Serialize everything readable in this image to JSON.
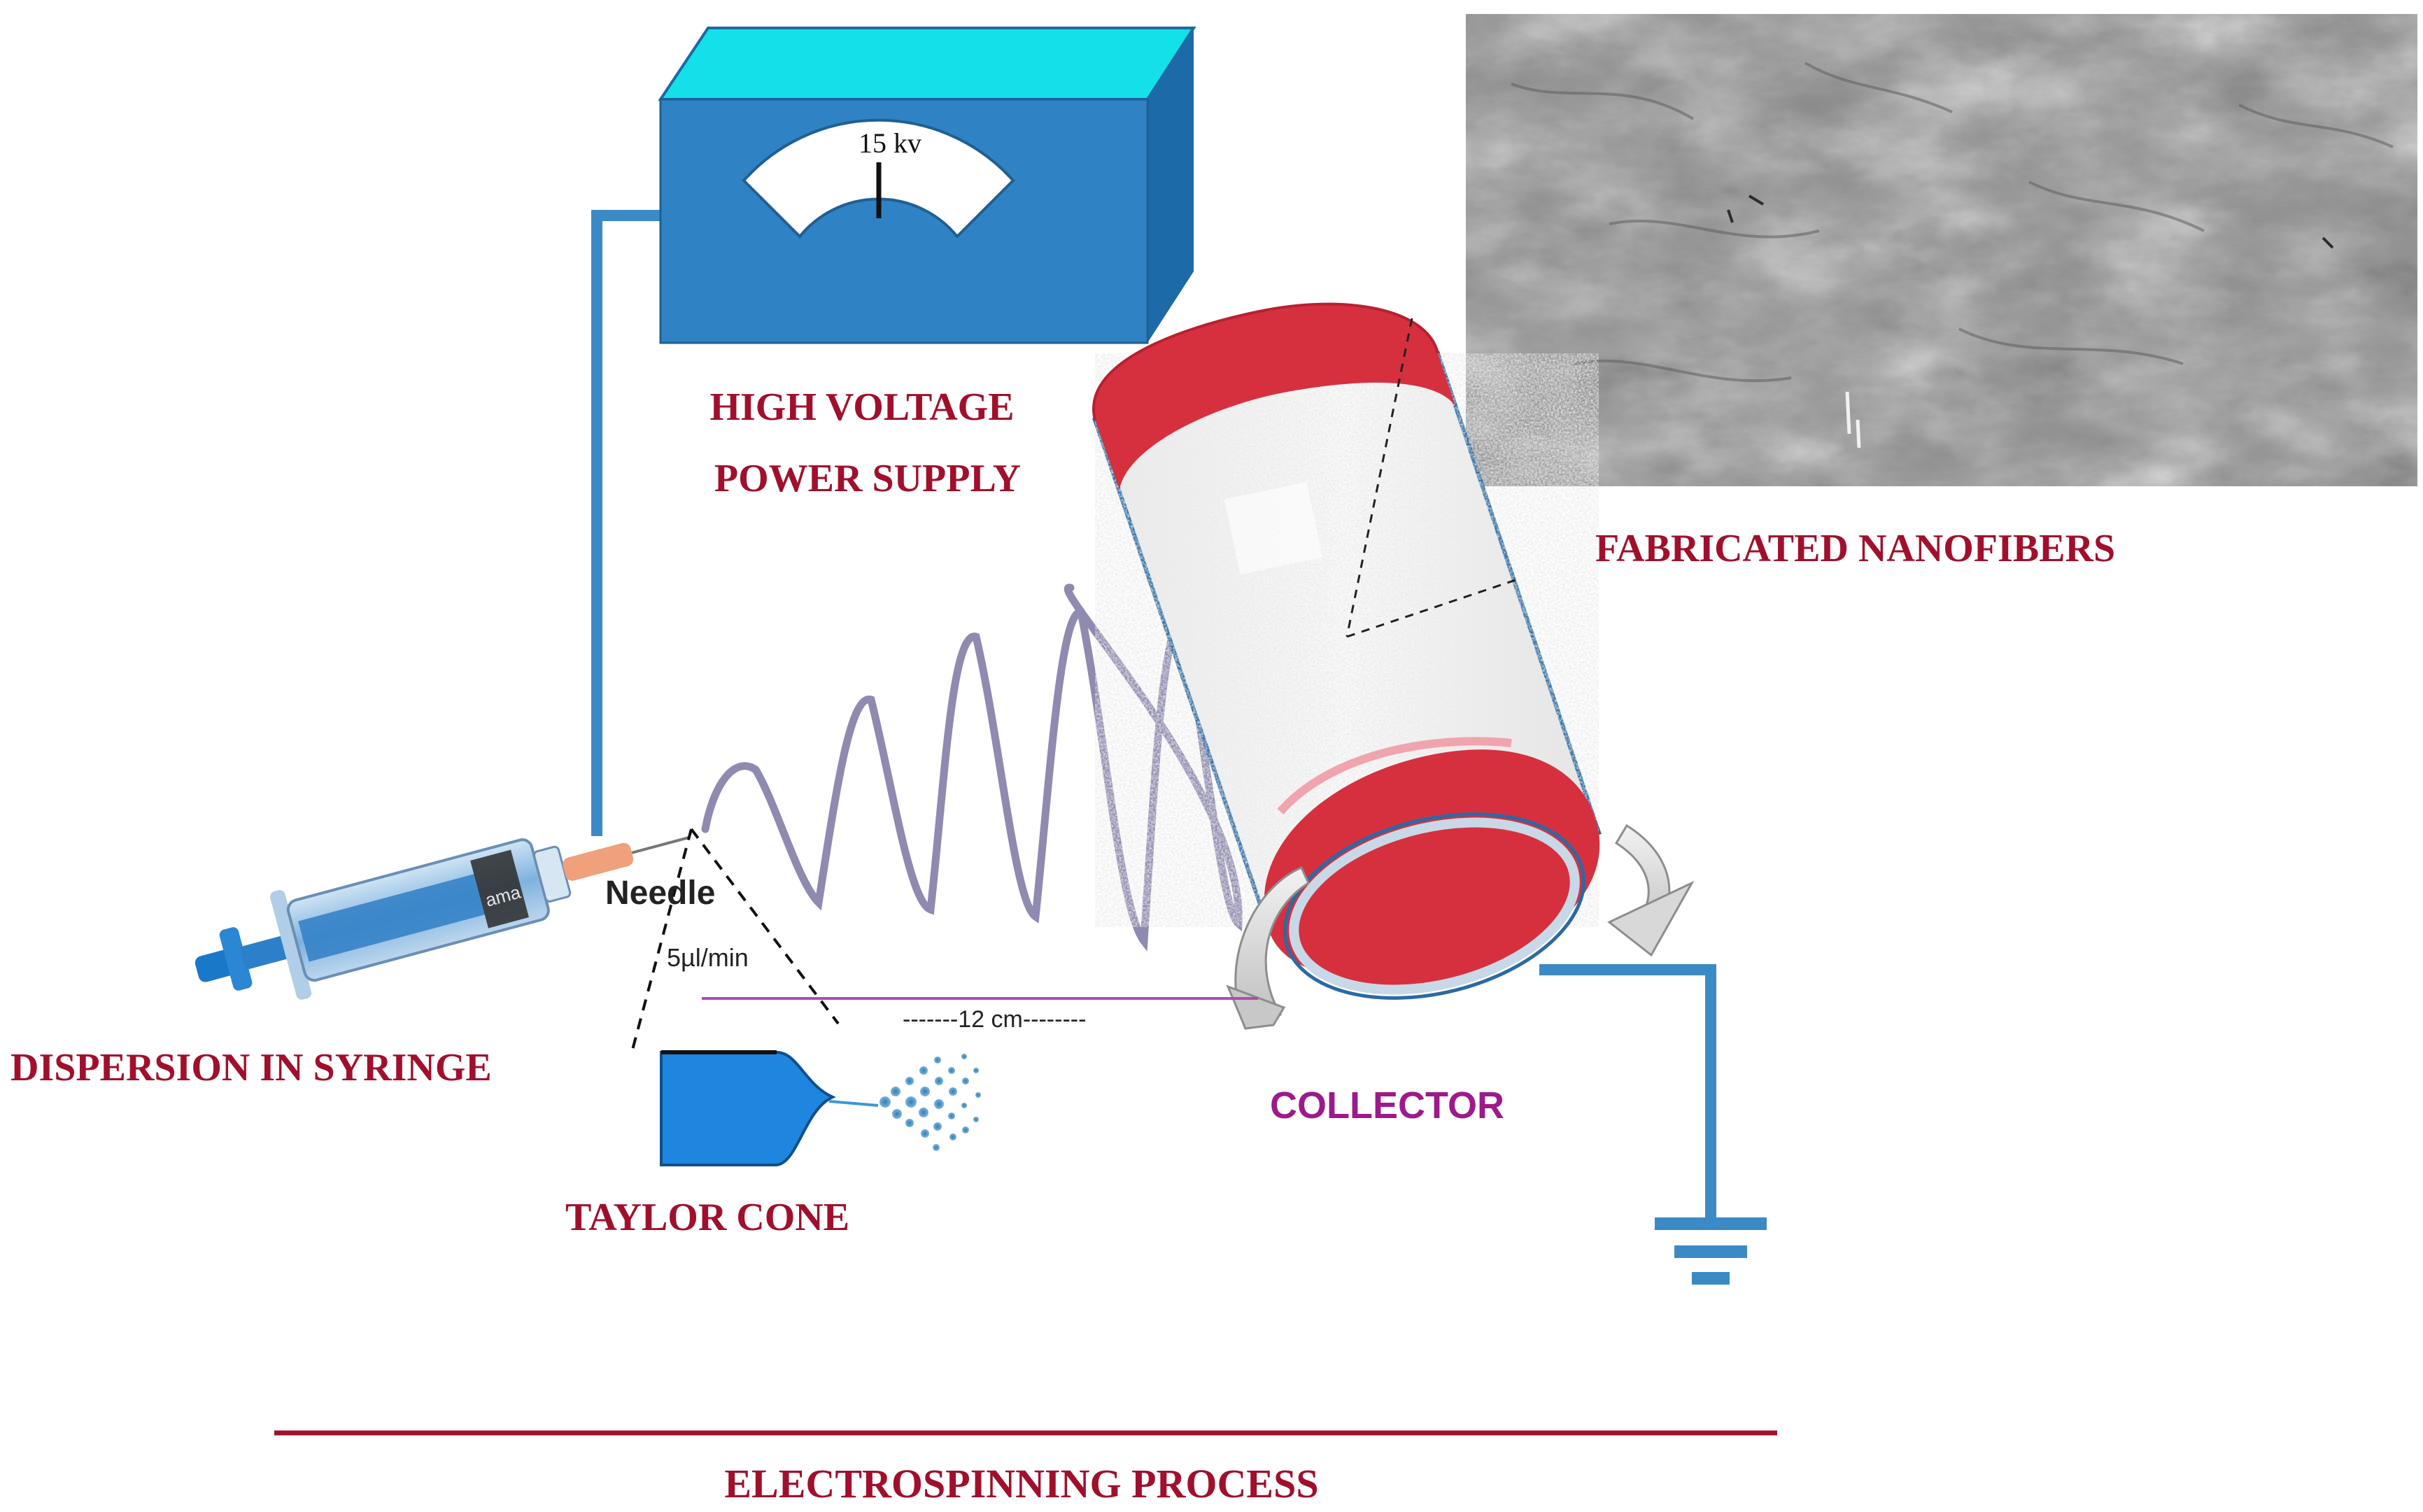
{
  "meter": {
    "reading": "15 kv"
  },
  "labels": {
    "power_supply_line1": "HIGH VOLTAGE",
    "power_supply_line2": "POWER SUPPLY",
    "fabricated_nanofibers": "FABRICATED NANOFIBERS",
    "needle": "Needle",
    "flow_rate": "5µl/min",
    "distance": "-------12 cm--------",
    "dispersion_in_syringe": "DISPERSION IN SYRINGE",
    "taylor_cone": "TAYLOR CONE",
    "collector": "COLLECTOR",
    "process_title": "ELECTROSPINNING PROCESS",
    "syringe_print": "ama"
  },
  "colors": {
    "box_front": "#2f83c4",
    "box_top": "#14e0ea",
    "box_side": "#1d6aa8",
    "wire": "#3b8ac6",
    "label_red": "#a0102c",
    "collector_label": "#9c1a8c",
    "drum_red": "#d6303f",
    "fiber_jet": "#8e8ab0",
    "distance_line": "#b04cb0",
    "title_rule": "#a0102c",
    "sem_gray": "#8c8c8c"
  },
  "icons": [
    "syringe-icon",
    "ground-icon",
    "rotation-arrow-icon",
    "meter-dial-icon"
  ]
}
